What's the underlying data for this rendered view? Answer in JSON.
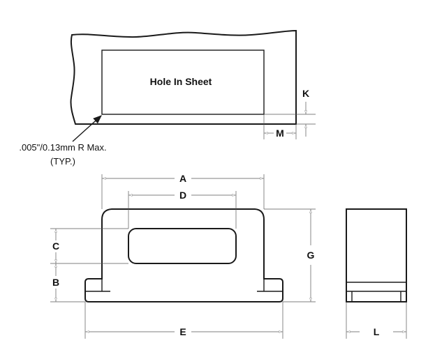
{
  "hole_label": "Hole In Sheet",
  "radius_note": ".005\"/0.13mm R Max.",
  "radius_note_sub": "(TYP.)",
  "dimensions": {
    "a": "A",
    "b": "B",
    "c": "C",
    "d": "D",
    "e": "E",
    "g": "G",
    "k": "K",
    "l": "L",
    "m": "M"
  }
}
